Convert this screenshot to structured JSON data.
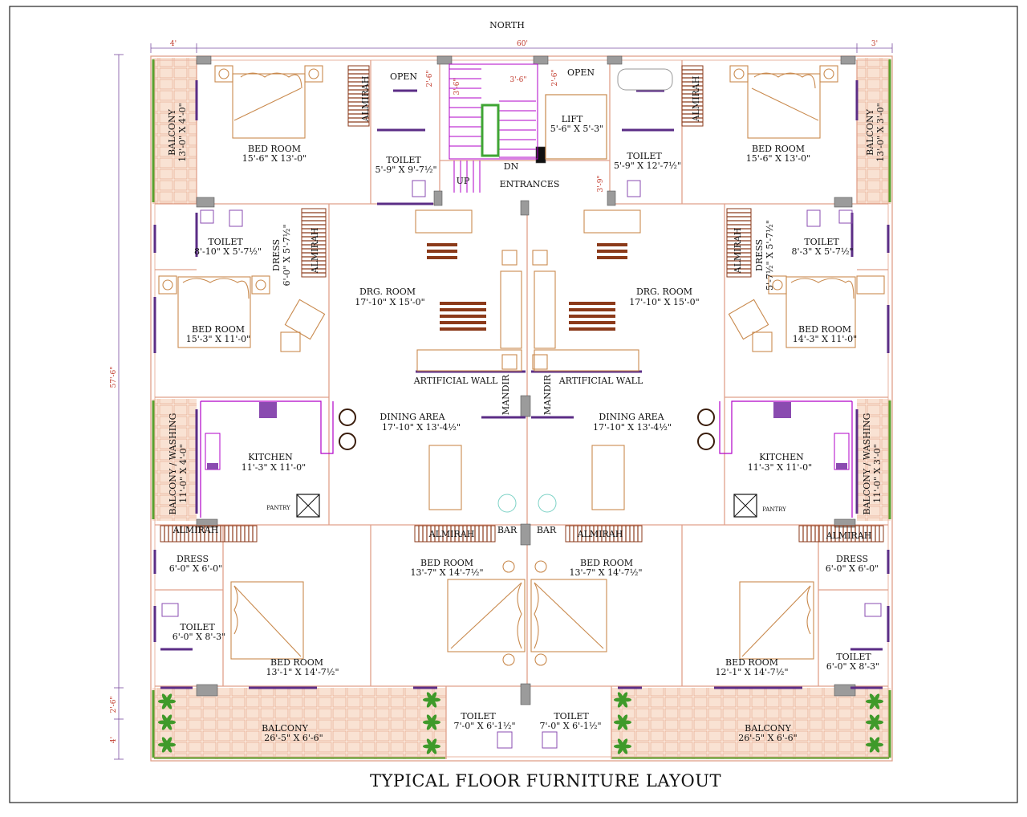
{
  "header": {
    "north": "NORTH"
  },
  "dimensions": {
    "top_total": "60'",
    "top_left": "4'",
    "top_right": "3'",
    "left_total": "57'-6\"",
    "left_bottom_a": "2'-6\"",
    "left_bottom_b": "4'",
    "stair_a": "2'-6\"",
    "stair_b": "3'-6\"",
    "stair_c": "3'-6\"",
    "stair_d": "2'-6\"",
    "stair_e": "3'-9\""
  },
  "rooms": {
    "open_left": "OPEN",
    "open_right": "OPEN",
    "almirah_tl": "ALMIRAH",
    "almirah_tr": "ALMIRAH",
    "balcony_tl": {
      "name": "BALCONY",
      "size": "13'-0\" X 4'-0\""
    },
    "balcony_tr": {
      "name": "BALCONY",
      "size": "13'-0\" X 3'-0\""
    },
    "bed_tl": {
      "name": "BED ROOM",
      "size": "15'-6\" X 13'-0\""
    },
    "bed_tr": {
      "name": "BED ROOM",
      "size": "15'-6\" X 13'-0\""
    },
    "toilet_tl": {
      "name": "TOILET",
      "size": "5'-9\" X 9'-7½\""
    },
    "toilet_tr": {
      "name": "TOILET",
      "size": "5'-9\" X 12'-7½\""
    },
    "lift": {
      "name": "LIFT",
      "size": "5'-6\" X 5'-3\""
    },
    "stair_up": "UP",
    "stair_dn": "DN",
    "entrances": "ENTRANCES",
    "toilet_ml": {
      "name": "TOILET",
      "size": "8'-10\" X 5'-7½\""
    },
    "toilet_mr": {
      "name": "TOILET",
      "size": "8'-3\" X 5'-7½\""
    },
    "dress_ml": {
      "name": "DRESS",
      "size": "6'-0\" X 5'-7½\""
    },
    "dress_mr": {
      "name": "DRESS",
      "size": "5'-7½\" X 5'-7½\""
    },
    "almirah_ml": "ALMIRAH",
    "almirah_mr": "ALMIRAH",
    "bed_ml": {
      "name": "BED ROOM",
      "size": "15'-3\" X 11'-0\""
    },
    "bed_mr": {
      "name": "BED ROOM",
      "size": "14'-3\" X 11'-0\""
    },
    "drg_l": {
      "name": "DRG. ROOM",
      "size": "17'-10\" X 15'-0\""
    },
    "drg_r": {
      "name": "DRG. ROOM",
      "size": "17'-10\" X 15'-0\""
    },
    "art_wall_l": "ARTIFICIAL WALL",
    "art_wall_r": "ARTIFICIAL WALL",
    "mandir_l": "MANDIR",
    "mandir_r": "MANDIR",
    "dining_l": {
      "name": "DINING AREA",
      "size": "17'-10\" X 13'-4½\""
    },
    "dining_r": {
      "name": "DINING AREA",
      "size": "17'-10\" X 13'-4½\""
    },
    "wash_l": {
      "name": "BALCONY / WASHING",
      "size": "11'-0\" X 4'-0\""
    },
    "wash_r": {
      "name": "BALCONY / WASHING",
      "size": "11'-0\" X 3'-0\""
    },
    "kitchen_l": {
      "name": "KITCHEN",
      "size": "11'-3\" X 11'-0\""
    },
    "kitchen_r": {
      "name": "KITCHEN",
      "size": "11'-3\" X 11'-0\""
    },
    "pantry_l": "PANTRY",
    "pantry_r": "PANTRY",
    "almirah_bl1": "ALMIRAH",
    "almirah_bl2": "ALMIRAH",
    "almirah_br1": "ALMIRAH",
    "almirah_br2": "ALMIRAH",
    "bar_l": "BAR",
    "bar_r": "BAR",
    "dress_bl": {
      "name": "DRESS",
      "size": "6'-0\" X 6'-0\""
    },
    "dress_br": {
      "name": "DRESS",
      "size": "6'-0\" X 6'-0\""
    },
    "bed_bcl": {
      "name": "BED ROOM",
      "size": "13'-7\" X 14'-7½\""
    },
    "bed_bcr": {
      "name": "BED ROOM",
      "size": "13'-7\" X 14'-7½\""
    },
    "toilet_bl": {
      "name": "TOILET",
      "size": "6'-0\" X 8'-3\""
    },
    "toilet_br": {
      "name": "TOILET",
      "size": "6'-0\" X 8'-3\""
    },
    "bed_bl": {
      "name": "BED ROOM",
      "size": "13'-1\" X 14'-7½\""
    },
    "bed_br": {
      "name": "BED ROOM",
      "size": "12'-1\" X 14'-7½\""
    },
    "balcony_bl": {
      "name": "BALCONY",
      "size": "26'-5\" X 6'-6\""
    },
    "balcony_br": {
      "name": "BALCONY",
      "size": "26'-5\" X 6'-6\""
    },
    "toilet_bcl": {
      "name": "TOILET",
      "size": "7'-0\" X 6'-1½\""
    },
    "toilet_bcr": {
      "name": "TOILET",
      "size": "7'-0\" X 6'-1½\""
    }
  },
  "footer": {
    "title": "TYPICAL FLOOR FURNITURE LAYOUT"
  },
  "colors": {
    "wall": "#e0a08a",
    "furniture": "#c98a4e",
    "window": "#5b2d86",
    "stair": "#b000c8",
    "tile": "#fbe9dc",
    "planter": "#5aa02c"
  }
}
